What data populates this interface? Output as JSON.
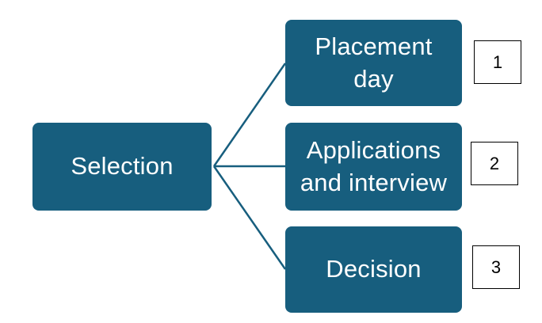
{
  "diagram": {
    "colors": {
      "box_fill": "#175E7E",
      "box_text": "#FFFFFF",
      "connector": "#175E7E",
      "badge_border": "#000000",
      "badge_text": "#000000"
    },
    "root": {
      "label": "Selection"
    },
    "children": [
      {
        "label": "Placement day",
        "badge": "1"
      },
      {
        "label": "Applications and interview",
        "badge": "2"
      },
      {
        "label": "Decision",
        "badge": "3"
      }
    ]
  }
}
